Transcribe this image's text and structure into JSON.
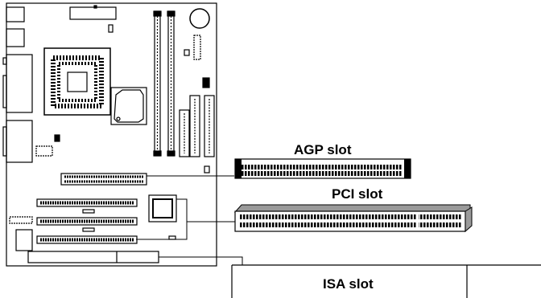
{
  "labels": {
    "agp": "AGP slot",
    "pci": "PCI slot",
    "isa": "ISA slot"
  },
  "colors": {
    "line": "#000000",
    "board": "#ffffff",
    "slot_body": "#ffffff",
    "pci_top_shade": "#9a9a9a",
    "pin": "#000000"
  }
}
